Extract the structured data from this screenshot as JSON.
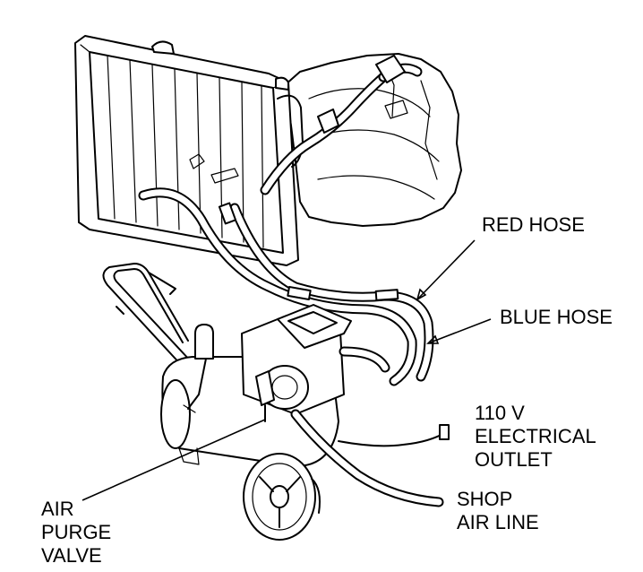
{
  "labels": {
    "red_hose": "RED HOSE",
    "blue_hose": "BLUE HOSE",
    "outlet_line1": "110 V",
    "outlet_line2": "ELECTRICAL",
    "outlet_line3": "OUTLET",
    "shop_line1": "SHOP",
    "shop_line2": "AIR LINE",
    "purge_line1": "AIR",
    "purge_line2": "PURGE",
    "purge_line3": "VALVE"
  },
  "colors": {
    "ink": "#000000",
    "paper": "#ffffff"
  }
}
